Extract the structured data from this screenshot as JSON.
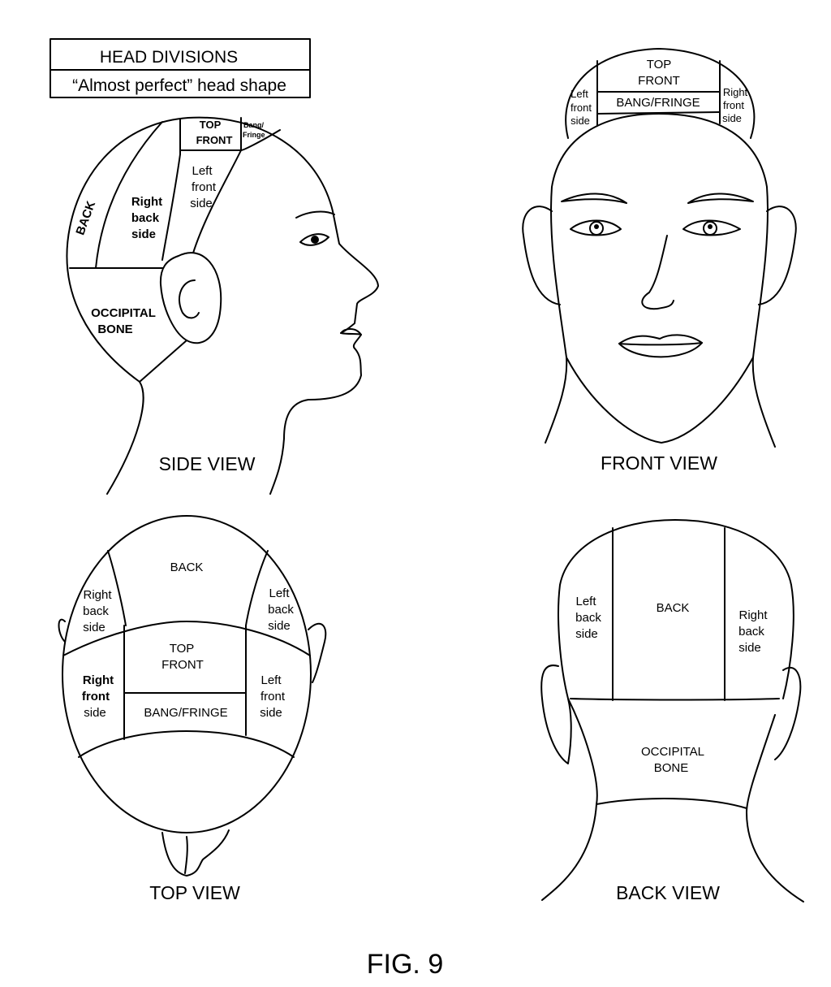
{
  "title_box": {
    "line1": "HEAD DIVISIONS",
    "line2": "“Almost perfect” head shape"
  },
  "side_view": {
    "caption": "SIDE VIEW",
    "top_front": [
      "TOP",
      "FRONT"
    ],
    "bang_fringe": [
      "Bang/",
      "Fringe"
    ],
    "left_front_side": [
      "Left",
      "front",
      "side"
    ],
    "right_back_side": [
      "Right",
      "back",
      "side"
    ],
    "back": "BACK",
    "occipital": [
      "OCCIPITAL",
      "BONE"
    ]
  },
  "front_view": {
    "caption": "FRONT VIEW",
    "top_front": [
      "TOP",
      "FRONT"
    ],
    "bang_fringe": "BANG/FRINGE",
    "left_front_side": [
      "Left",
      "front",
      "side"
    ],
    "right_front_side": [
      "Right",
      "front",
      "side"
    ]
  },
  "top_view": {
    "caption": "TOP VIEW",
    "back": "BACK",
    "right_back_side": [
      "Right",
      "back",
      "side"
    ],
    "left_back_side": [
      "Left",
      "back",
      "side"
    ],
    "top_front": [
      "TOP",
      "FRONT"
    ],
    "right_front_side": [
      "Right",
      "front",
      "side"
    ],
    "left_front_side": [
      "Left",
      "front",
      "side"
    ],
    "bang_fringe": "BANG/FRINGE"
  },
  "back_view": {
    "caption": "BACK VIEW",
    "left_back_side": [
      "Left",
      "back",
      "side"
    ],
    "back": "BACK",
    "right_back_side": [
      "Right",
      "back",
      "side"
    ],
    "occipital": [
      "OCCIPITAL",
      "BONE"
    ]
  },
  "figure_label": "FIG. 9"
}
